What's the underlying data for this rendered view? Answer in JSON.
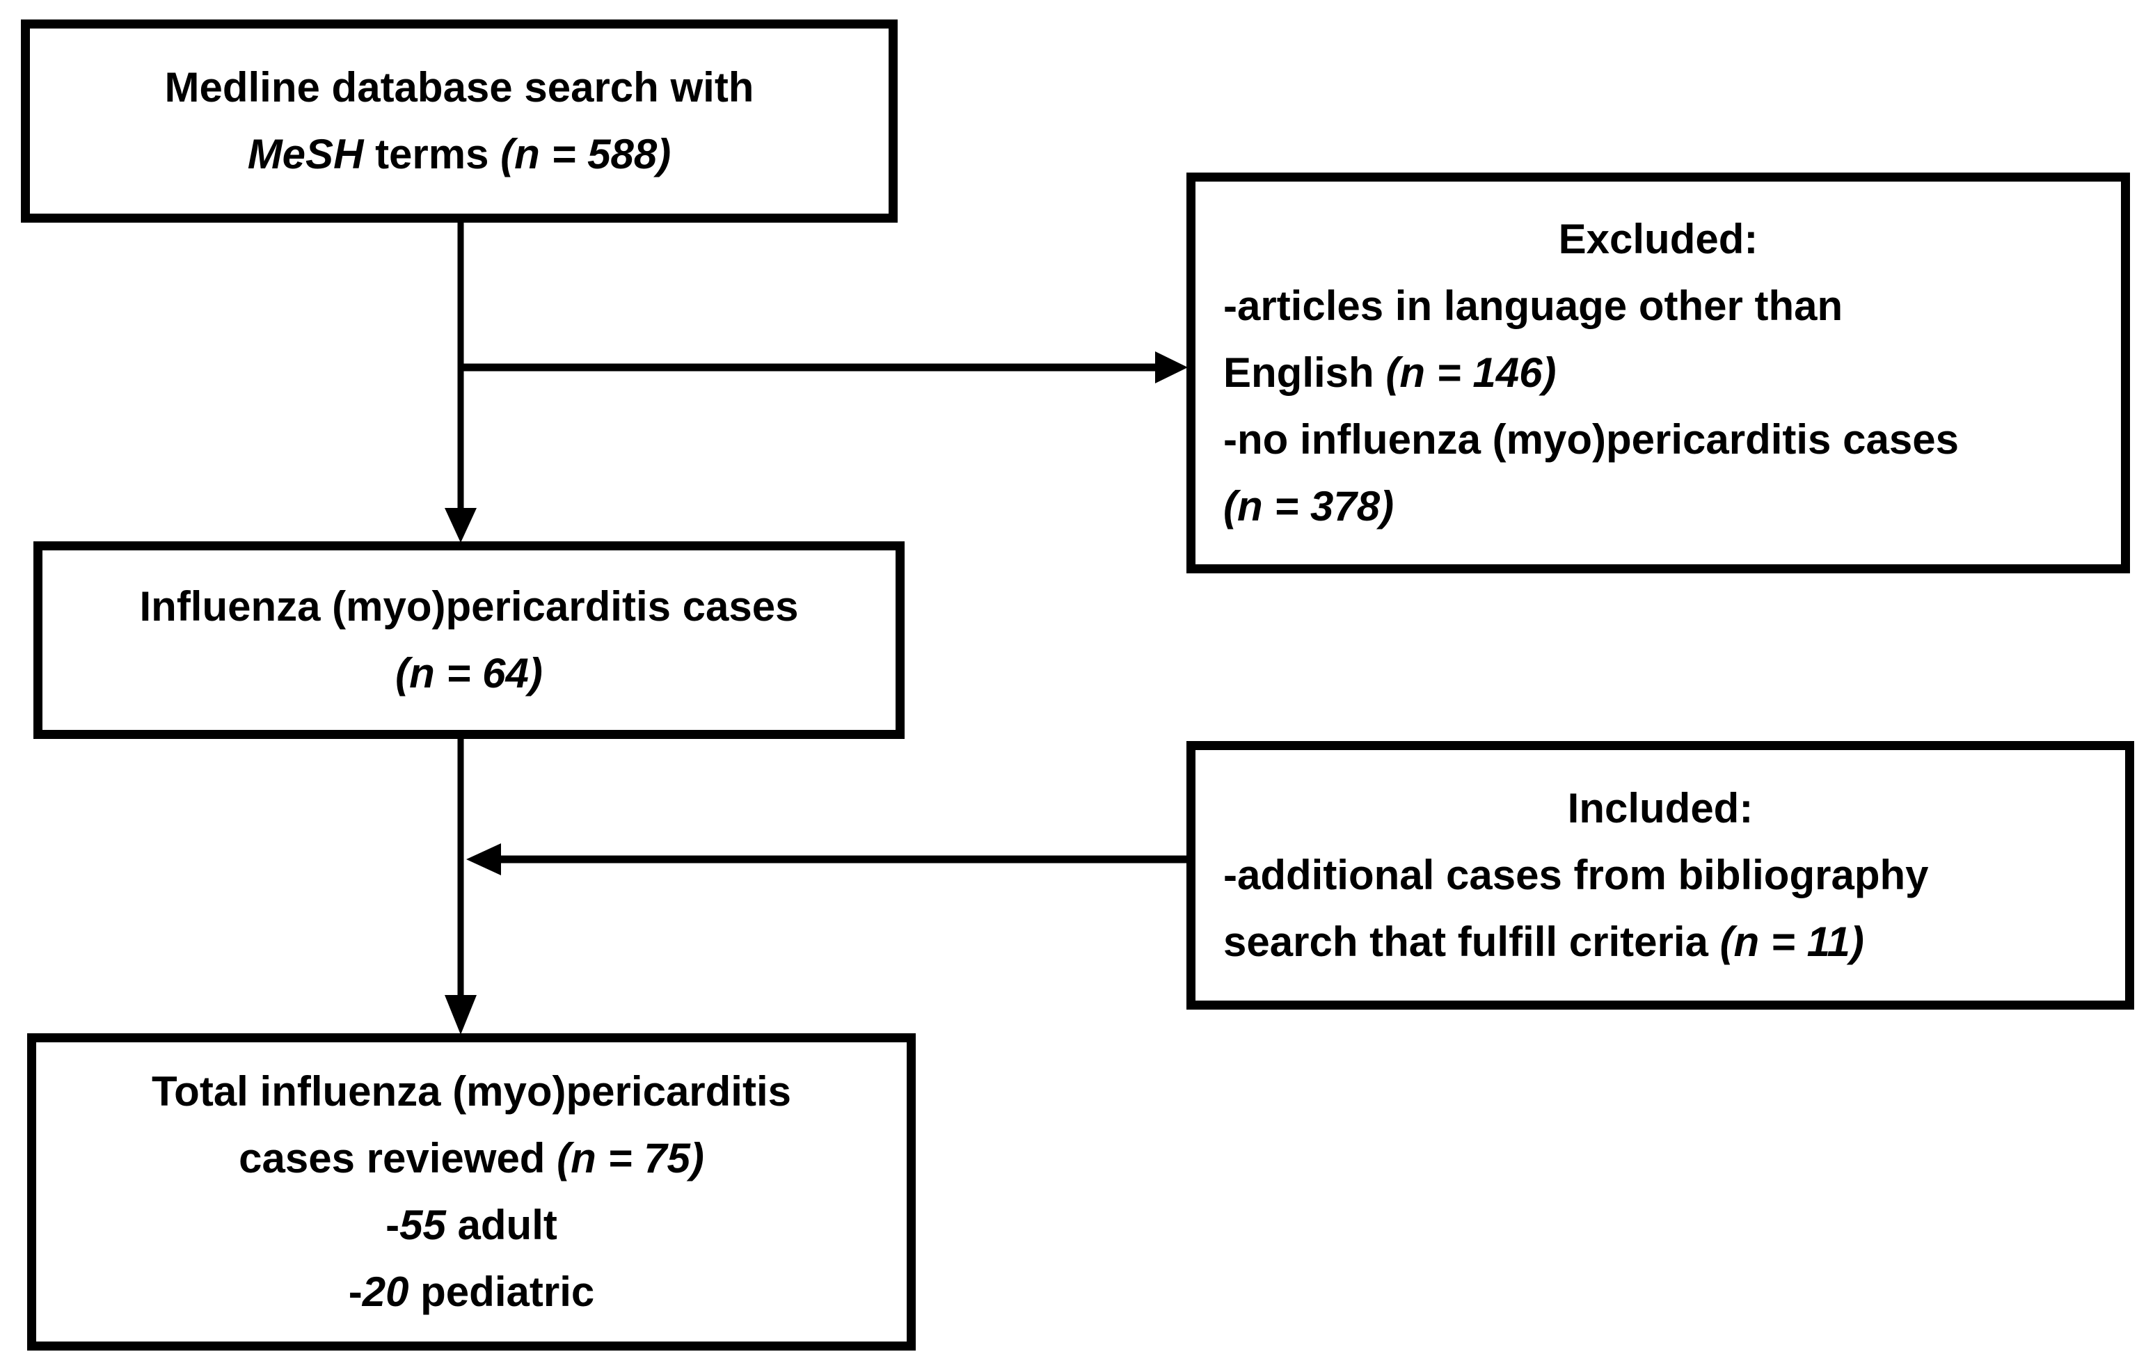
{
  "colors": {
    "background": "#ffffff",
    "line": "#000000",
    "text": "#000000"
  },
  "boxes": {
    "medline": {
      "line1": "Medline database search with",
      "mesh": "MeSH",
      "terms": " terms ",
      "n": "(n = 588)"
    },
    "influenza": {
      "line1": "Influenza (myo)pericarditis cases",
      "n": "(n = 64)"
    },
    "excluded": {
      "title": "Excluded:",
      "item1_line1": "-articles in language other than",
      "item1_line2_pre": "English ",
      "item1_line2_n": "(n = 146)",
      "item2_line1": "-no influenza (myo)pericarditis cases",
      "item2_line2_n": "(n = 378)"
    },
    "included": {
      "title": "Included:",
      "item1_line1": "-additional cases from bibliography",
      "item1_line2_pre": "search that fulfill criteria ",
      "item1_line2_n": "(n = 11)"
    },
    "total": {
      "line1": "Total influenza (myo)pericarditis",
      "line2_pre": "cases reviewed ",
      "line2_n": "(n = 75)",
      "line3_pre": "-",
      "line3_n": "55",
      "line3_post": " adult",
      "line4_pre": "-",
      "line4_n": "20",
      "line4_post": " pediatric"
    }
  }
}
